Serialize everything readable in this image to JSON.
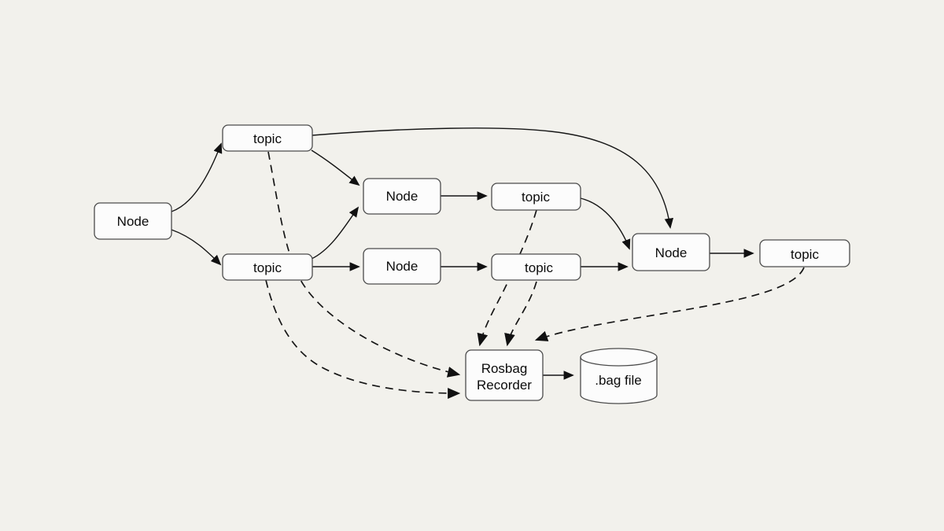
{
  "diagram": {
    "description": "ROS rosbag recording data-flow diagram",
    "colors": {
      "background": "#f2f1ec",
      "shape_fill": "#fcfcfc",
      "shape_stroke": "#4b4b4b",
      "line": "#161616"
    },
    "nodes": [
      {
        "id": "publisher-node-left",
        "label": "Node",
        "shape": "rounded-rect"
      },
      {
        "id": "topic-top",
        "label": "topic",
        "shape": "rounded-rect"
      },
      {
        "id": "topic-middle-left",
        "label": "topic",
        "shape": "rounded-rect"
      },
      {
        "id": "subscriber-node-upper",
        "label": "Node",
        "shape": "rounded-rect"
      },
      {
        "id": "subscriber-node-lower",
        "label": "Node",
        "shape": "rounded-rect"
      },
      {
        "id": "topic-middle-upper",
        "label": "topic",
        "shape": "rounded-rect"
      },
      {
        "id": "topic-middle-lower",
        "label": "topic",
        "shape": "rounded-rect"
      },
      {
        "id": "node-right",
        "label": "Node",
        "shape": "rounded-rect"
      },
      {
        "id": "topic-right",
        "label": "topic",
        "shape": "rounded-rect"
      },
      {
        "id": "rosbag-recorder",
        "label": "Rosbag Recorder",
        "label_lines": [
          "Rosbag",
          "Recorder"
        ],
        "shape": "rounded-rect"
      },
      {
        "id": "bag-file",
        "label": ".bag file",
        "shape": "cylinder"
      }
    ],
    "edges": [
      {
        "from": "publisher-node-left",
        "to": "topic-top",
        "style": "solid"
      },
      {
        "from": "publisher-node-left",
        "to": "topic-middle-left",
        "style": "solid"
      },
      {
        "from": "topic-top",
        "to": "subscriber-node-upper",
        "style": "solid"
      },
      {
        "from": "topic-top",
        "to": "node-right",
        "style": "solid"
      },
      {
        "from": "topic-middle-left",
        "to": "subscriber-node-upper",
        "style": "solid"
      },
      {
        "from": "topic-middle-left",
        "to": "subscriber-node-lower",
        "style": "solid"
      },
      {
        "from": "subscriber-node-upper",
        "to": "topic-middle-upper",
        "style": "solid"
      },
      {
        "from": "subscriber-node-lower",
        "to": "topic-middle-lower",
        "style": "solid"
      },
      {
        "from": "topic-middle-upper",
        "to": "node-right",
        "style": "solid"
      },
      {
        "from": "topic-middle-lower",
        "to": "node-right",
        "style": "solid"
      },
      {
        "from": "node-right",
        "to": "topic-right",
        "style": "solid"
      },
      {
        "from": "topic-top",
        "to": "rosbag-recorder",
        "style": "dashed"
      },
      {
        "from": "topic-middle-left",
        "to": "rosbag-recorder",
        "style": "dashed"
      },
      {
        "from": "topic-middle-upper",
        "to": "rosbag-recorder",
        "style": "dashed"
      },
      {
        "from": "topic-middle-lower",
        "to": "rosbag-recorder",
        "style": "dashed"
      },
      {
        "from": "topic-right",
        "to": "rosbag-recorder",
        "style": "dashed"
      },
      {
        "from": "rosbag-recorder",
        "to": "bag-file",
        "style": "solid"
      }
    ]
  }
}
